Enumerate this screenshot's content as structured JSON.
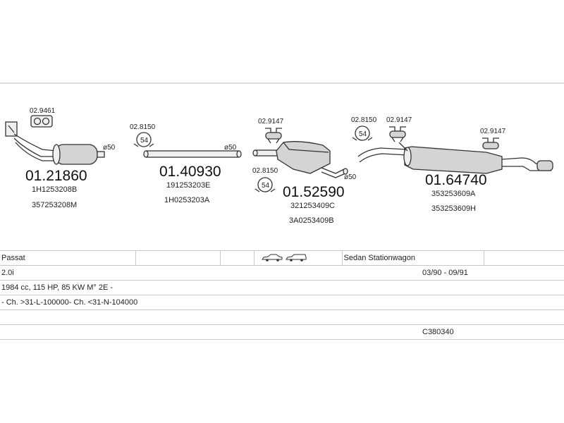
{
  "parts": [
    {
      "code": "01.21860",
      "oe_numbers": [
        "1H1253208B",
        "357253208M"
      ],
      "diameter": "ø50",
      "accessories": [
        {
          "code": "02.9461",
          "icon": "gasket-icon"
        }
      ]
    },
    {
      "code": "01.40930",
      "oe_numbers": [
        "191253203E",
        "1H0253203A"
      ],
      "diameter": "ø50",
      "accessories": [
        {
          "code": "02.8150",
          "icon": "clamp-icon",
          "clamp_label": "54"
        }
      ]
    },
    {
      "code": "01.52590",
      "oe_numbers": [
        "321253409C",
        "3A0253409B"
      ],
      "diameter": "ø50",
      "accessories": [
        {
          "code": "02.9147",
          "icon": "rubber-hanger-icon"
        },
        {
          "code": "02.8150",
          "icon": "clamp-icon",
          "clamp_label": "54"
        }
      ]
    },
    {
      "code": "01.64740",
      "oe_numbers": [
        "353253609A",
        "353253609H"
      ],
      "accessories": [
        {
          "code": "02.8150",
          "icon": "clamp-icon",
          "clamp_label": "54"
        },
        {
          "code": "02.9147",
          "icon": "rubber-hanger-icon"
        },
        {
          "code": "02.9147",
          "icon": "rubber-hanger-icon"
        }
      ]
    }
  ],
  "vehicle": {
    "model": "Passat",
    "body_types": "Sedan Stationwagon",
    "body_icons": [
      "sedan-icon",
      "stationwagon-icon"
    ],
    "engine": "2.0i",
    "years": "03/90 - 09/91",
    "specs": "1984 cc, 115 HP, 85 KW M° 2E -",
    "chassis": "- Ch. >31-L-100000- Ch. <31-N-104000",
    "catalog_code": "C380340"
  },
  "colors": {
    "line": "#333333",
    "muffler": "#d4d4d4",
    "grid": "#c8c8c8"
  }
}
